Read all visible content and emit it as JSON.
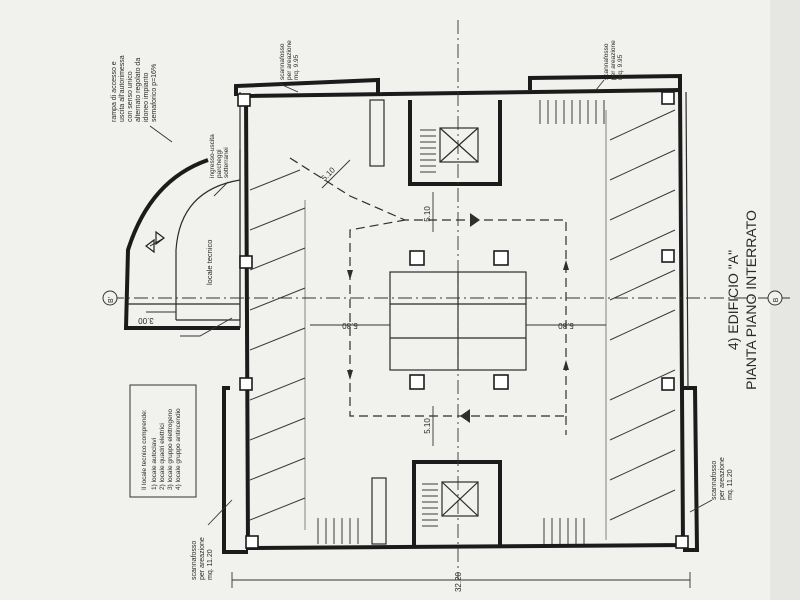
{
  "title": {
    "line1": "4) EDIFICIO \"A\"",
    "line2": "PIANTA PIANO INTERRATO",
    "color": "#1f1f1f"
  },
  "ramp_note": [
    "rampa di accesso e",
    "uscita all'autorimessa",
    "con senso unico",
    "alternato regolato da",
    "idoneo impianto",
    "semaforico p=16%"
  ],
  "ingresso_note": [
    "ingresso-uscita",
    "parcheggi",
    "sotterranei"
  ],
  "locale_tecnico_label": "locale tecnico",
  "ramp_width": "3.00",
  "axis_label": "B'",
  "axis_label_right": "B",
  "scannafosso_top_left": [
    "scannafosso",
    "per areazione",
    "mq. 9.95"
  ],
  "scannafosso_top_right": [
    "scannafosso",
    "per areazione",
    "mq. 9.95"
  ],
  "scannafosso_bottom_left": [
    "scannafosso",
    "per areazione",
    "mq. 11.20"
  ],
  "scannafosso_bottom_right": [
    "scannafosso",
    "per areazione",
    "mq. 11.20"
  ],
  "legend": {
    "heading": "Il locale tecnico comprende:",
    "items": [
      "1) locale autoclavi",
      "2) locale quadri elettrici",
      "3) locale gruppo elettrogeno",
      "4) locale gruppo antincendio"
    ]
  },
  "dimensions": {
    "aisle_upper": "5.10",
    "aisle_upper_2": "5.10",
    "aisle_lower": "5.10",
    "cross_left": "5.80",
    "cross_right": "5.80",
    "overall": "32.20"
  }
}
